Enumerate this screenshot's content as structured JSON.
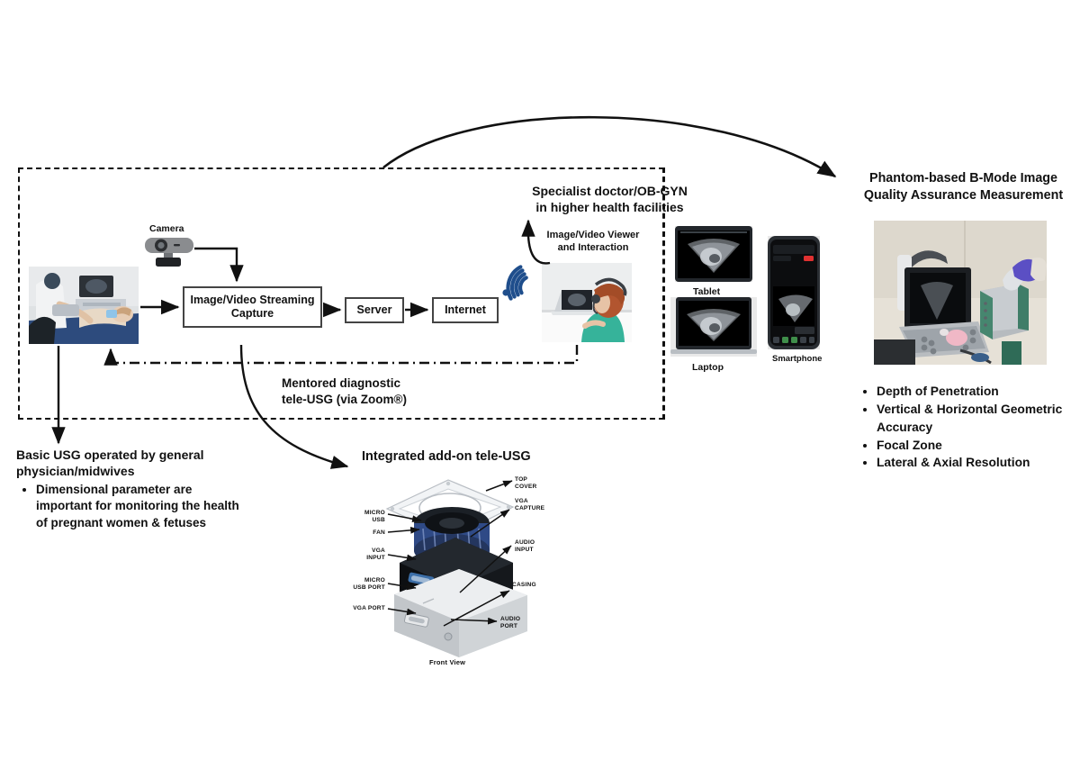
{
  "boundary": {
    "label": ""
  },
  "flow": {
    "camera_label": "Camera",
    "streaming_box": "Image/Video Streaming Capture",
    "server_box": "Server",
    "internet_box": "Internet",
    "wifi_icon": "wifi-icon",
    "mentored_label": "Mentored diagnostic\ntele-USG (via Zoom®)",
    "mentored_line1": "Mentored diagnostic",
    "mentored_line2": "tele-USG (via Zoom®)"
  },
  "specialist": {
    "title_line1": "Specialist doctor/OB-GYN",
    "title_line2": "in higher health facilities",
    "viewer_line1": "Image/Video Viewer",
    "viewer_line2": "and Interaction"
  },
  "devices": {
    "tablet": "Tablet",
    "laptop": "Laptop",
    "smartphone": "Smartphone"
  },
  "basic_usg": {
    "title_line1": "Basic USG operated by general",
    "title_line2": "physician/midwives",
    "bullets": [
      "Dimensional parameter are important for monitoring the health  of pregnant women & fetuses"
    ]
  },
  "addon": {
    "title": "Integrated add-on tele-USG",
    "front_view": "Front View",
    "labels": {
      "top_cover_l1": "TOP",
      "top_cover_l2": "COVER",
      "vga_capture_l1": "VGA",
      "vga_capture_l2": "CAPTURE",
      "audio_input_l1": "AUDIO",
      "audio_input_l2": "INPUT",
      "casing": "CASING",
      "audio_port_l1": "AUDIO",
      "audio_port_l2": "PORT",
      "micro_usb_l1": "MICRO",
      "micro_usb_l2": "USB",
      "fan": "FAN",
      "vga_input_l1": "VGA",
      "vga_input_l2": "INPUT",
      "micro_usb_port_l1": "MICRO",
      "micro_usb_port_l2": "USB PORT",
      "vga_port": "VGA PORT"
    }
  },
  "phantom": {
    "title_line1": "Phantom-based B-Mode Image",
    "title_line2": "Quality Assurance Measurement",
    "bullets": [
      "Depth of Penetration",
      "Vertical & Horizontal Geometric Accuracy",
      "Focal Zone",
      "Lateral & Axial Resolution"
    ]
  },
  "colors": {
    "line": "#111111",
    "box_border": "#444444",
    "wifi": "#1f4e8c",
    "text": "#111111"
  }
}
